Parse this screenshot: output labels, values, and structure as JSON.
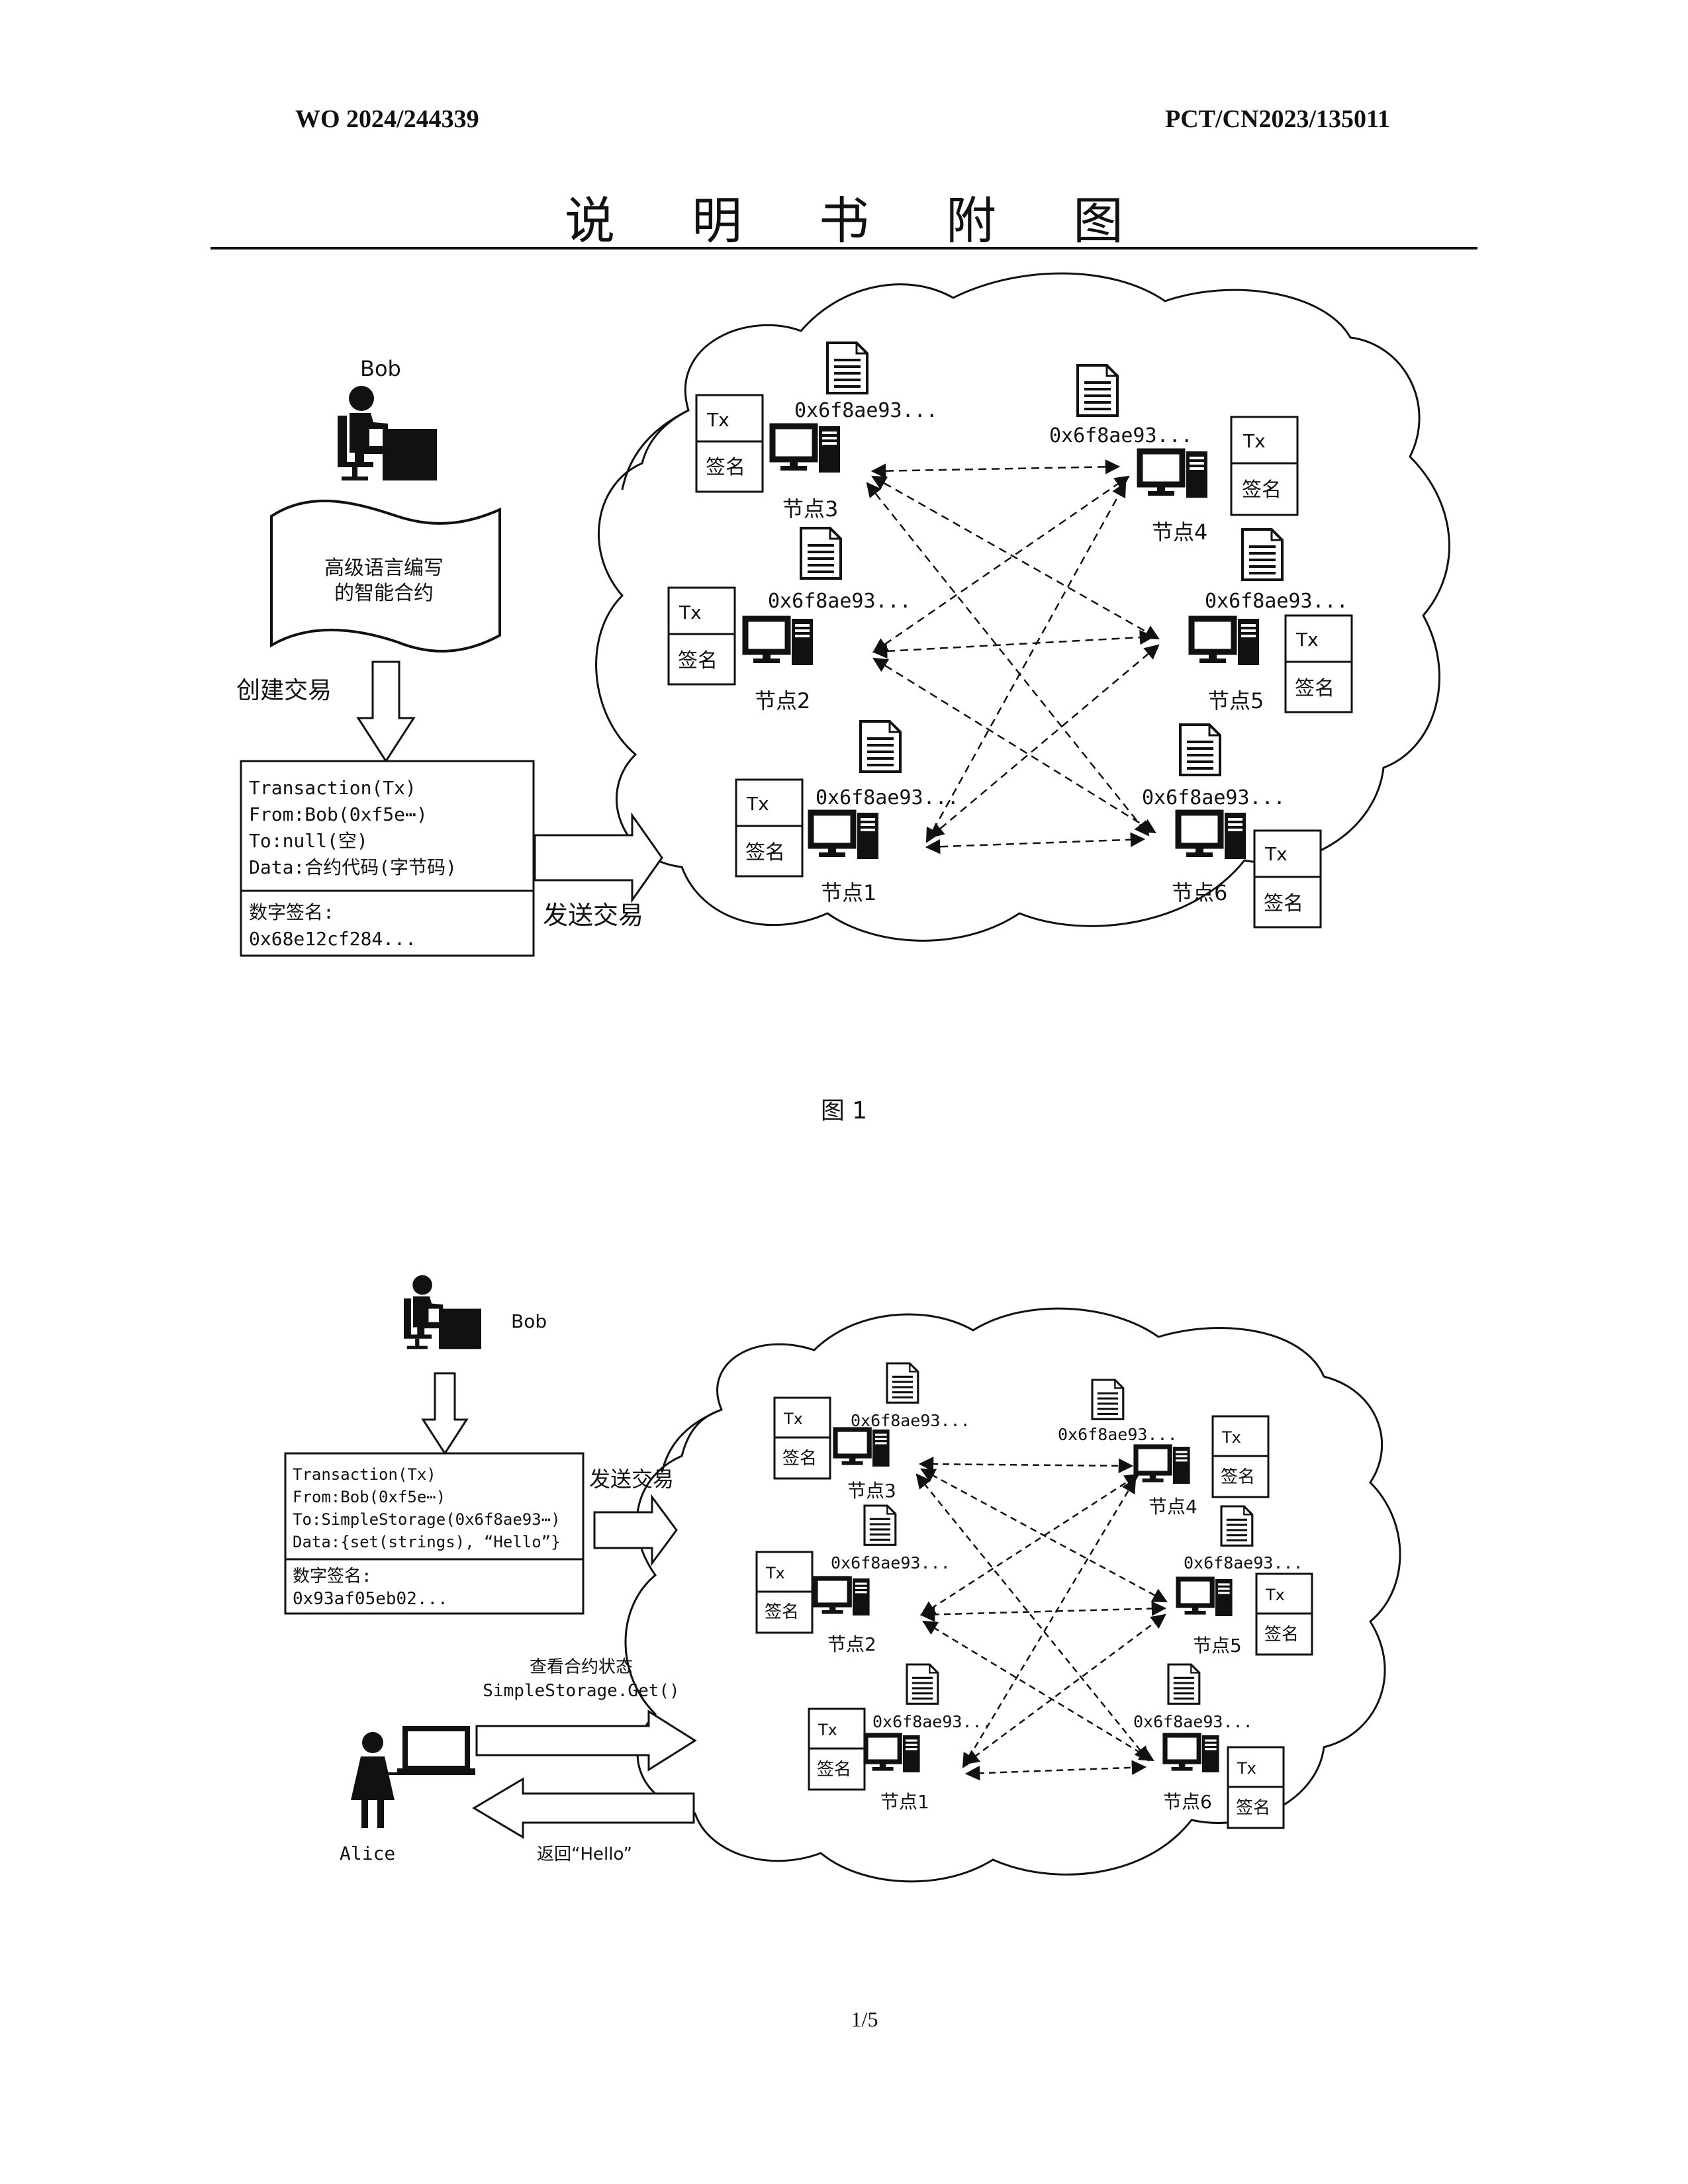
{
  "header": {
    "publication_number": "WO 2024/244339",
    "application_number": "PCT/CN2023/135011"
  },
  "sheet_title_chars": [
    "说",
    "明",
    "书",
    "附",
    "图"
  ],
  "figure1": {
    "caption": "图 1",
    "user_name": "Bob",
    "scroll_text_line1": "高级语言编写",
    "scroll_text_line2": "的智能合约",
    "create_tx_label": "创建交易",
    "send_tx_label": "发送交易",
    "tx_box": {
      "line1": "Transaction(Tx)",
      "line2": "From:Bob(0xf5e⋯)",
      "line3": "To:null(空)",
      "line4": "Data:合约代码(字节码)",
      "sig_label": "数字签名:",
      "sig_value": "0x68e12cf284..."
    },
    "nodes": [
      {
        "name": "节点3",
        "address": "0x6f8ae93...",
        "tx": "Tx",
        "sig": "签名"
      },
      {
        "name": "节点4",
        "address": "0x6f8ae93...",
        "tx": "Tx",
        "sig": "签名"
      },
      {
        "name": "节点2",
        "address": "0x6f8ae93...",
        "tx": "Tx",
        "sig": "签名"
      },
      {
        "name": "节点5",
        "address": "0x6f8ae93...",
        "tx": "Tx",
        "sig": "签名"
      },
      {
        "name": "节点1",
        "address": "0x6f8ae93...",
        "tx": "Tx",
        "sig": "签名"
      },
      {
        "name": "节点6",
        "address": "0x6f8ae93...",
        "tx": "Tx",
        "sig": "签名"
      }
    ]
  },
  "figure2": {
    "user_name": "Bob",
    "other_user_name": "Alice",
    "send_tx_label": "发送交易",
    "query_label_line1": "查看合约状态",
    "query_label_line2": "SimpleStorage.Get()",
    "return_label": "返回“Hello”",
    "tx_box": {
      "line1": "Transaction(Tx)",
      "line2": "From:Bob(0xf5e⋯)",
      "line3": "To:SimpleStorage(0x6f8ae93⋯)",
      "line4": "Data:{set(strings), “Hello”}",
      "sig_label": "数字签名:",
      "sig_value": "0x93af05eb02..."
    },
    "nodes": [
      {
        "name": "节点3",
        "address": "0x6f8ae93...",
        "tx": "Tx",
        "sig": "签名"
      },
      {
        "name": "节点4",
        "address": "0x6f8ae93...",
        "tx": "Tx",
        "sig": "签名"
      },
      {
        "name": "节点2",
        "address": "0x6f8ae93...",
        "tx": "Tx",
        "sig": "签名"
      },
      {
        "name": "节点5",
        "address": "0x6f8ae93...",
        "tx": "Tx",
        "sig": "签名"
      },
      {
        "name": "节点1",
        "address": "0x6f8ae93...",
        "tx": "Tx",
        "sig": "签名"
      },
      {
        "name": "节点6",
        "address": "0x6f8ae93...",
        "tx": "Tx",
        "sig": "签名"
      }
    ]
  },
  "page_number": "1/5"
}
